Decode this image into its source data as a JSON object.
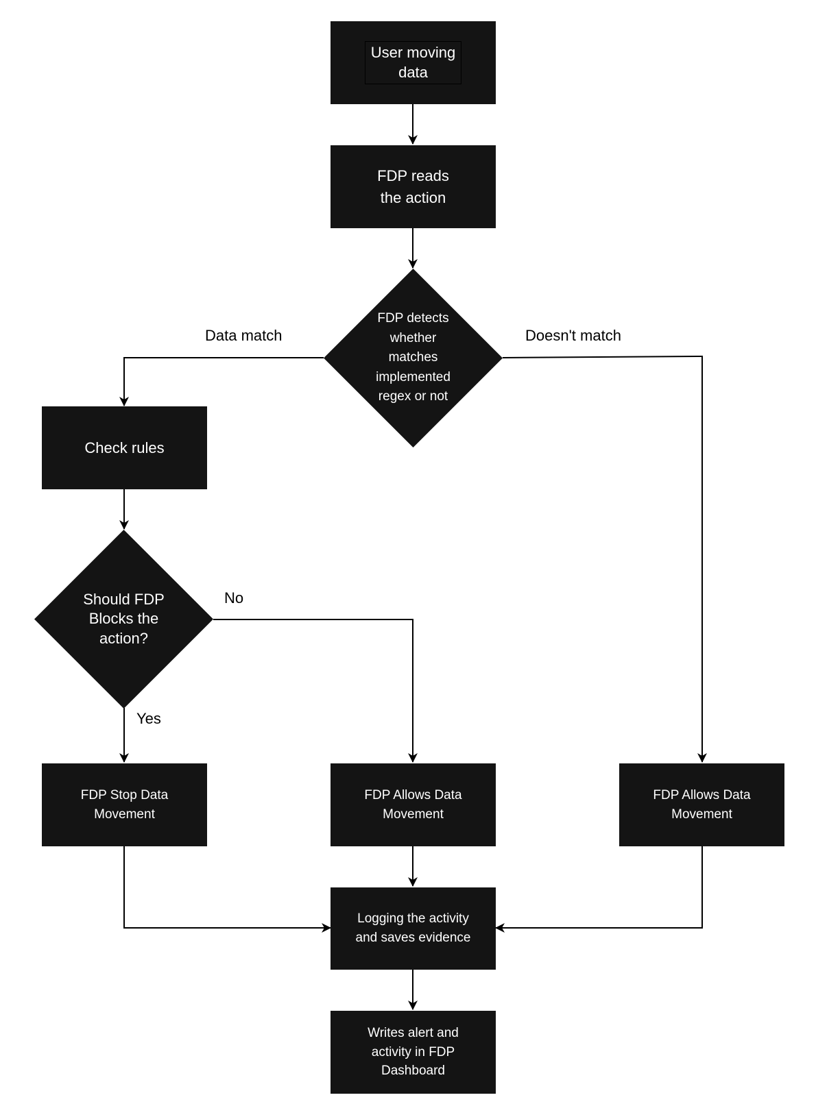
{
  "nodes": {
    "user_moving_data": "User moving\ndata",
    "fdp_reads_action": "FDP reads\nthe action",
    "fdp_detects": "FDP detects\nwhether\nmatches\nimplemented\nregex or not",
    "check_rules": "Check rules",
    "should_block": "Should FDP\nBlocks the\naction?",
    "stop_movement": "FDP Stop Data\nMovement",
    "allows_movement_center": "FDP Allows Data\nMovement",
    "allows_movement_right": "FDP Allows Data\nMovement",
    "logging": "Logging the activity\nand saves evidence",
    "writes_alert": "Writes alert and\nactivity in FDP\nDashboard"
  },
  "edge_labels": {
    "data_match": "Data match",
    "doesnt_match": "Doesn't match",
    "no": "No",
    "yes": "Yes"
  },
  "colors": {
    "node_fill": "#141414",
    "node_text": "#ffffff",
    "edge": "#000000",
    "background": "#ffffff"
  }
}
